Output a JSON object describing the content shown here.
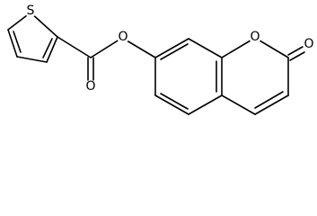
{
  "structure": {
    "atoms": {
      "thiophene_sulfur": "S",
      "ester_carbonyl_oxygen": "O",
      "ester_bridge_oxygen": "O",
      "ring_oxygen": "O",
      "lactone_carbonyl_oxygen": "O"
    },
    "colors": {
      "bond": "#000000",
      "label": "#000000",
      "background": "#ffffff"
    }
  }
}
